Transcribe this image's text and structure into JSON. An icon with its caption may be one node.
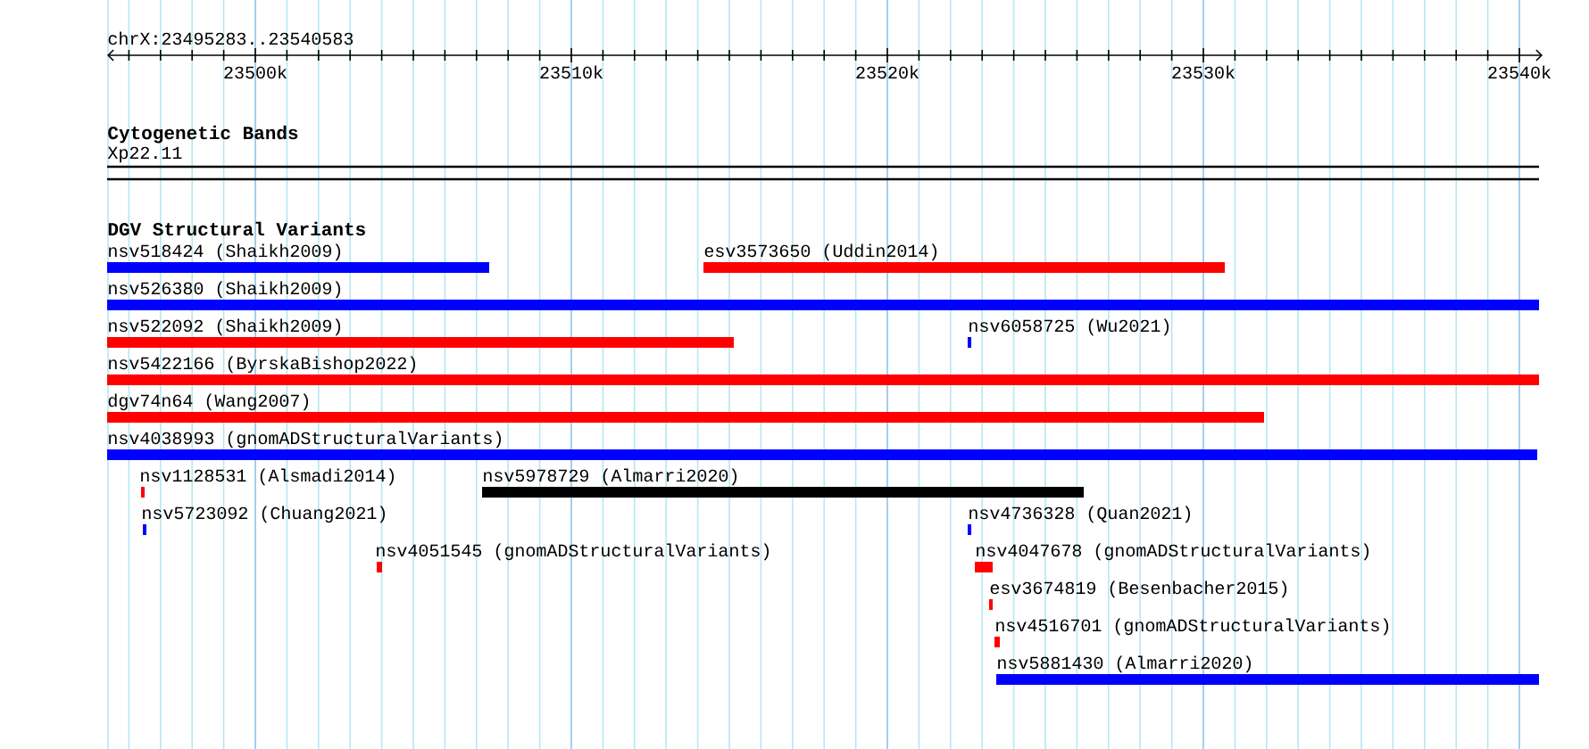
{
  "diagram": {
    "nodes": [
      {
        "text": [
          "nsv518424 (Shaikh2009)"
        ]
      },
      {
        "text": [
          "esv3573650 (Uddin2014)"
        ]
      },
      {
        "text": [
          "nsv526380 (Shaikh2009)"
        ]
      },
      {
        "text": [
          "nsv522092 (Shaikh2009)"
        ]
      },
      {
        "text": [
          "nsv6058725 (Wu2021)"
        ]
      },
      {
        "text": [
          "nsv5422166 (ByrskaBishop2022)"
        ]
      },
      {
        "text": [
          "dgv74n64 (Wang2007)"
        ]
      },
      {
        "text": [
          "nsv4038993 (gnomADStructuralVariants)"
        ]
      },
      {
        "text": [
          "nsv1128531 (Alsmadi2014)"
        ]
      },
      {
        "text": [
          "nsv5978729 (Almarri2020)"
        ]
      },
      {
        "text": [
          "nsv5723092 (Chuang2021)"
        ]
      },
      {
        "text": [
          "nsv4736328 (Quan2021)"
        ]
      },
      {
        "text": [
          "nsv4051545 (gnomADStructuralVariants)"
        ]
      },
      {
        "text": [
          "nsv4047678 (gnomADStructuralVariants)"
        ]
      },
      {
        "text": [
          "esv3674819 (Besenbacher2015)"
        ]
      },
      {
        "text": [
          "nsv4516701 (gnomADStructuralVariants)"
        ]
      },
      {
        "text": [
          "nsv5881430 (Almarri2020)"
        ]
      }
    ],
    "labels": [
      "chrX:23495283..23540583",
      "23500k",
      "23510k",
      "23520k",
      "23530k",
      "23540k",
      "Cytogenetic Bands",
      "Xp22.11",
      "DGV Structural Variants"
    ]
  }
}
